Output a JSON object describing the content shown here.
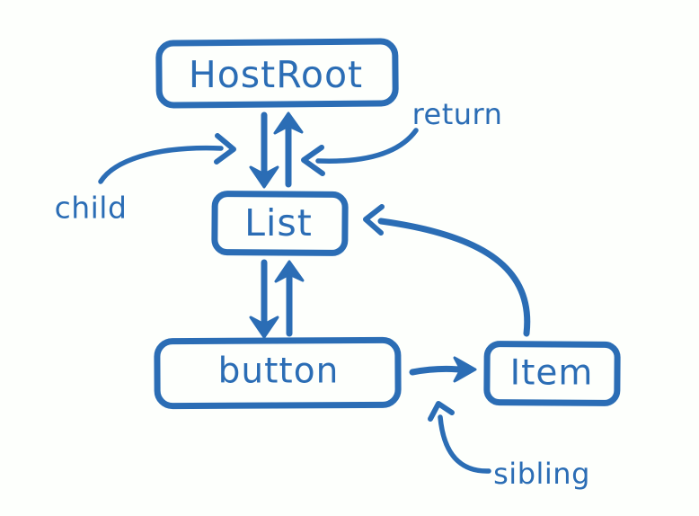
{
  "diagram": {
    "ink_color": "#2b6db5",
    "background_color": "#fdfffc",
    "nodes": [
      {
        "id": "hostroot",
        "label": "HostRoot"
      },
      {
        "id": "list",
        "label": "List"
      },
      {
        "id": "button",
        "label": "button"
      },
      {
        "id": "item",
        "label": "Item"
      }
    ],
    "edges": [
      {
        "from": "HostRoot",
        "to": "List",
        "style": "straight-down-arrow"
      },
      {
        "from": "List",
        "to": "HostRoot",
        "style": "straight-up-arrow"
      },
      {
        "from": "List",
        "to": "button",
        "style": "straight-down-arrow"
      },
      {
        "from": "button",
        "to": "List",
        "style": "straight-up-arrow"
      },
      {
        "from": "button",
        "to": "Item",
        "style": "straight-right-arrow"
      },
      {
        "from": "Item",
        "to": "List",
        "style": "curved-arrow"
      }
    ],
    "pointer_labels": [
      {
        "id": "child",
        "text": "child",
        "points_to": "down arrow between HostRoot and List"
      },
      {
        "id": "return",
        "text": "return",
        "points_to": "up arrow between List and HostRoot"
      },
      {
        "id": "sibling",
        "text": "sibling",
        "points_to": "arrow from button to Item"
      }
    ]
  }
}
